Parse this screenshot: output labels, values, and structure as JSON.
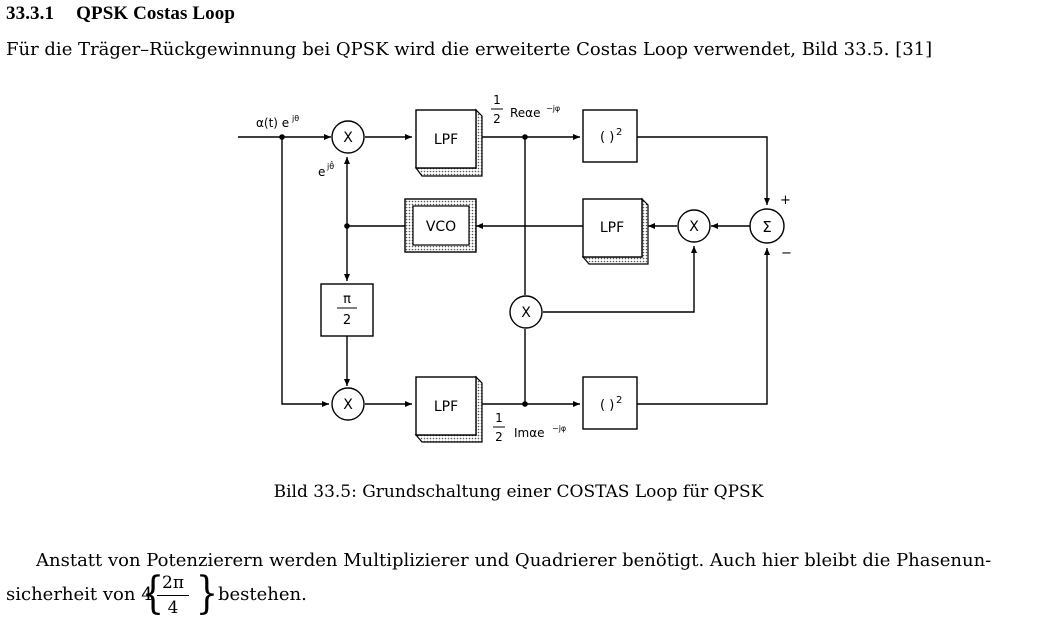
{
  "section": {
    "number": "33.3.1",
    "title": "QPSK Costas Loop"
  },
  "intro_text": "Für die Träger–Rückgewinnung bei QPSK wird die erweiterte Costas Loop verwendet, Bild 33.5. [31]",
  "diagram": {
    "input_label": "α(t) e",
    "input_exp": "jθ",
    "feedback_label": "e",
    "feedback_exp": "jθ̂",
    "mult_symbol": "X",
    "lpf_label": "LPF",
    "vco_label": "VCO",
    "square_label": "( )",
    "square_exp": "2",
    "sum_symbol": "Σ",
    "plus": "+",
    "minus": "−",
    "phase_shift_num": "π",
    "phase_shift_den": "2",
    "half_num": "1",
    "half_den": "2",
    "top_branch_label": "Reαe",
    "bottom_branch_label": "Imαe",
    "branch_exp": "−jφ"
  },
  "caption": "Bild 33.5: Grundschaltung einer COSTAS Loop für QPSK",
  "paragraph": {
    "line1": "Anstatt von Potenzierern werden Multiplizierer und Quadrierer benötigt. Auch hier bleibt die Phasenun-",
    "line2_start": "sicherheit von 4",
    "brace_open": "{",
    "frac_num": "2π",
    "frac_den": "4",
    "brace_close": "}",
    "line2_end": "bestehen."
  }
}
